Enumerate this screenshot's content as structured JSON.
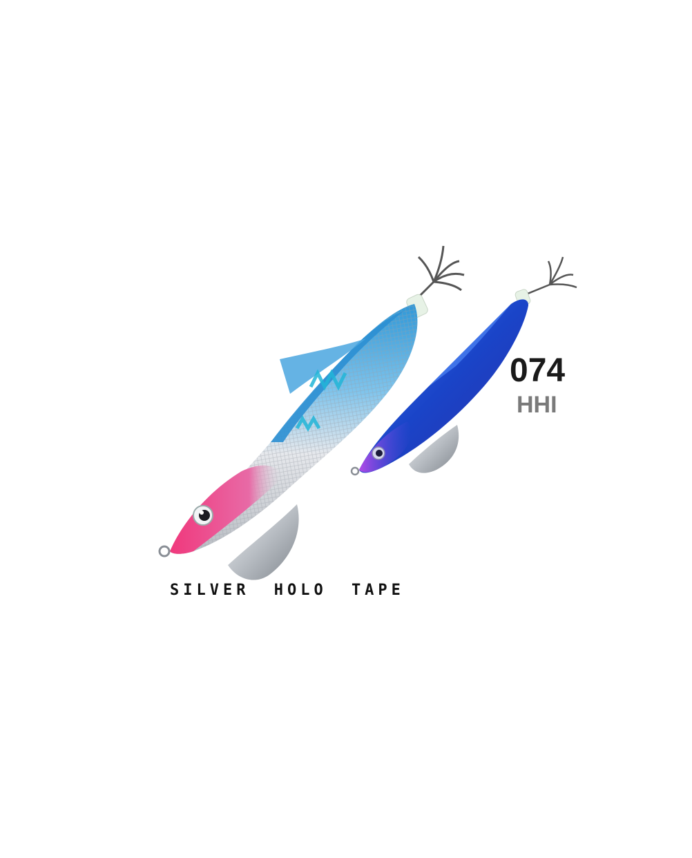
{
  "product": {
    "code": "074",
    "color_code": "HHI",
    "caption": "SILVER HOLO TAPE"
  },
  "colors": {
    "background": "#ffffff",
    "large_lure_back": "#3fa9e0",
    "large_lure_belly": "#d9dde2",
    "large_lure_head": "#e8377a",
    "small_lure_body": "#1f4fd6",
    "small_lure_head": "#9b3fe0",
    "fin_metal": "#c9cdd2"
  },
  "icons": {
    "lure_large": "squid-jig-lure-icon",
    "lure_small": "squid-jig-lure-icon"
  }
}
